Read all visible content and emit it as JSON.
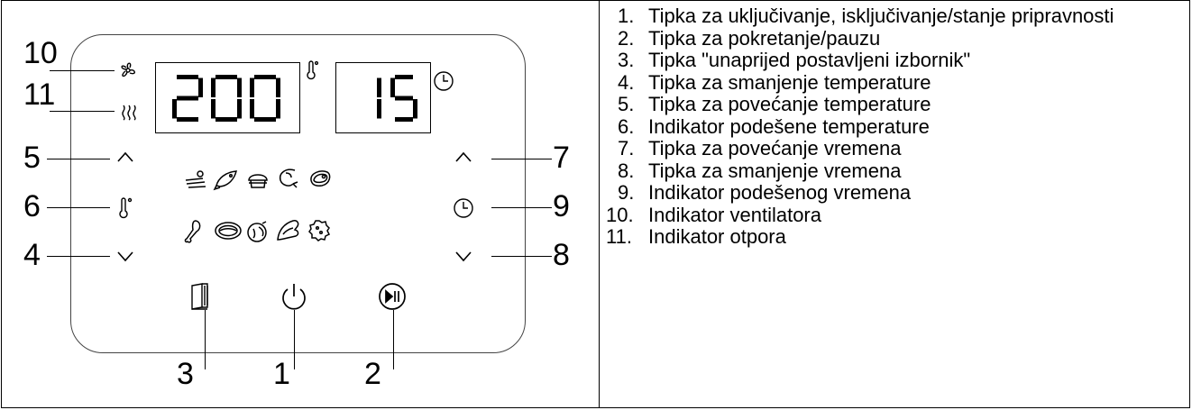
{
  "display": {
    "temperature": "200",
    "time": "15"
  },
  "callouts": [
    "10",
    "11",
    "5",
    "6",
    "4",
    "7",
    "9",
    "8",
    "3",
    "1",
    "2"
  ],
  "legend": [
    {
      "num": "1.",
      "text": "Tipka za uključivanje, isključivanje/stanje pripravnosti"
    },
    {
      "num": "2.",
      "text": "Tipka za pokretanje/pauzu"
    },
    {
      "num": "3.",
      "text": "Tipka \"unaprijed postavljeni izbornik\""
    },
    {
      "num": "4.",
      "text": "Tipka za smanjenje temperature"
    },
    {
      "num": "5.",
      "text": "Tipka za povećanje temperature"
    },
    {
      "num": "6.",
      "text": "Indikator podešene temperature"
    },
    {
      "num": "7.",
      "text": "Tipka za povećanje vremena"
    },
    {
      "num": "8.",
      "text": "Tipka za smanjenje vremena"
    },
    {
      "num": "9.",
      "text": "Indikator podešenog vremena"
    },
    {
      "num": "10.",
      "text": "Indikator ventilatora"
    },
    {
      "num": "11.",
      "text": "Indikator otpora"
    }
  ],
  "icons": {
    "fan": "fan-icon",
    "heater": "heating-element-icon",
    "thermometer": "thermometer-icon",
    "clock": "clock-icon",
    "up": "chevron-up-icon",
    "down": "chevron-down-icon",
    "menu": "book-menu-icon",
    "power": "power-icon",
    "play_pause": "play-pause-icon"
  }
}
